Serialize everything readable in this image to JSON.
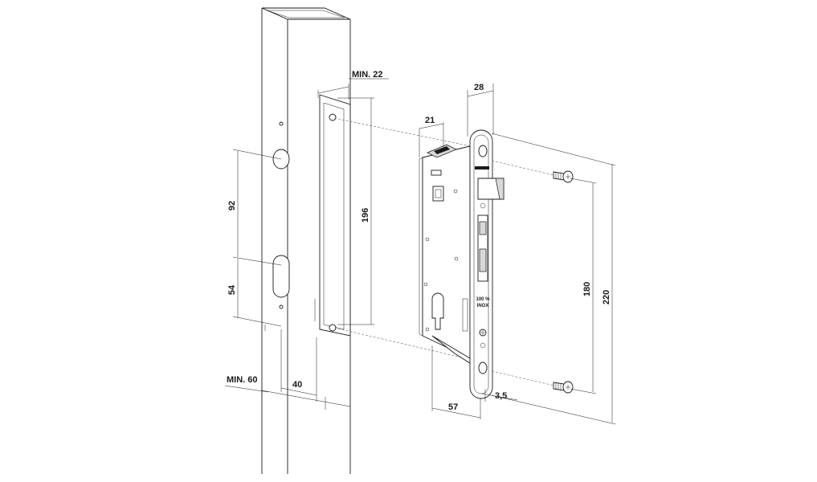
{
  "dimensions": {
    "min_22": "MIN. 22",
    "d_28": "28",
    "d_21": "21",
    "d_196": "196",
    "d_92": "92",
    "d_54": "54",
    "d_180": "180",
    "d_220": "220",
    "min_60": "MIN. 60",
    "d_40": "40",
    "d_57": "57",
    "d_3_5": "3,5"
  },
  "faceplate": {
    "material_line1": "100 %",
    "material_line2": "INOX"
  },
  "colors": {
    "ink": "#1a1a1a",
    "background": "#ffffff",
    "shade": "#d8d8d8"
  }
}
